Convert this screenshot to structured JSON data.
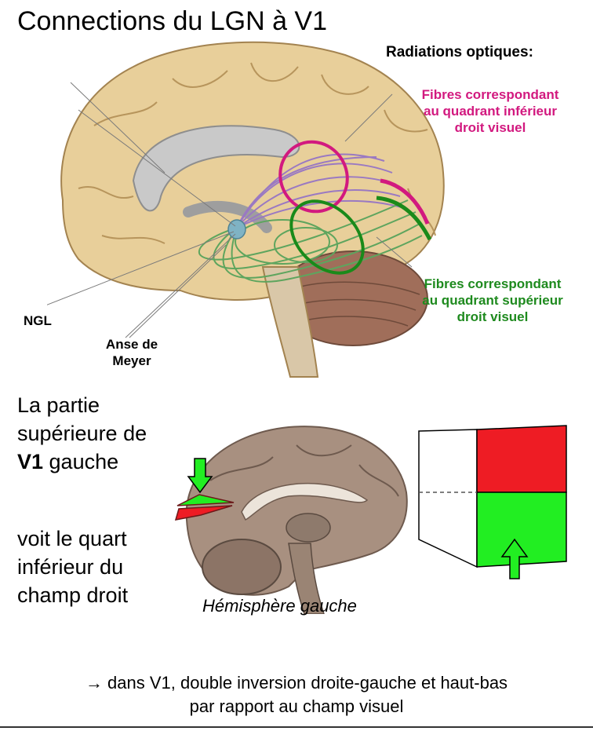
{
  "title": "Connections du LGN à V1",
  "labels": {
    "radiations": "Radiations optiques:",
    "fibres_inf": [
      "Fibres correspondant",
      "au quadrant inférieur",
      "droit visuel"
    ],
    "fibres_sup": [
      "Fibres correspondant",
      "au quadrant supérieur",
      "droit visuel"
    ],
    "ngl": "NGL",
    "anse": [
      "Anse de",
      "Meyer"
    ]
  },
  "left_text": {
    "line1": "La partie",
    "line2": "supérieure de",
    "line3_bold": "V1",
    "line3_rest": " gauche",
    "voit": [
      "voit le quart",
      "inférieur du",
      "champ droit"
    ]
  },
  "hemisphere_caption": "Hémisphère gauche",
  "conclusion": [
    "→ dans V1, double inversion droite-gauche et haut-bas",
    "par rapport au champ visuel"
  ],
  "colors": {
    "magenta": "#d2197f",
    "green_label": "#1e8a1e",
    "fiber_green": "#1a8a1a",
    "red_quadrant": "#ee1c24",
    "green_quadrant": "#22ee22"
  }
}
